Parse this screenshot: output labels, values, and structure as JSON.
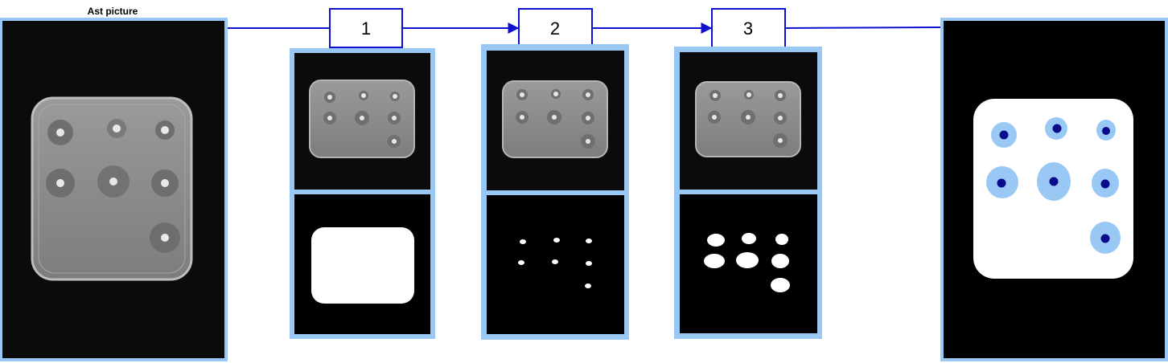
{
  "title": "Ast picture",
  "steps": [
    {
      "label": "1"
    },
    {
      "label": "2"
    },
    {
      "label": "3"
    }
  ],
  "colors": {
    "frame": "#99c8f5",
    "arrow": "#1010d0",
    "plate_bg": "#0a0a0a",
    "plate": "#8a8a8a",
    "result_zone": "#99c8f5",
    "result_disk": "#0a0a8c"
  }
}
